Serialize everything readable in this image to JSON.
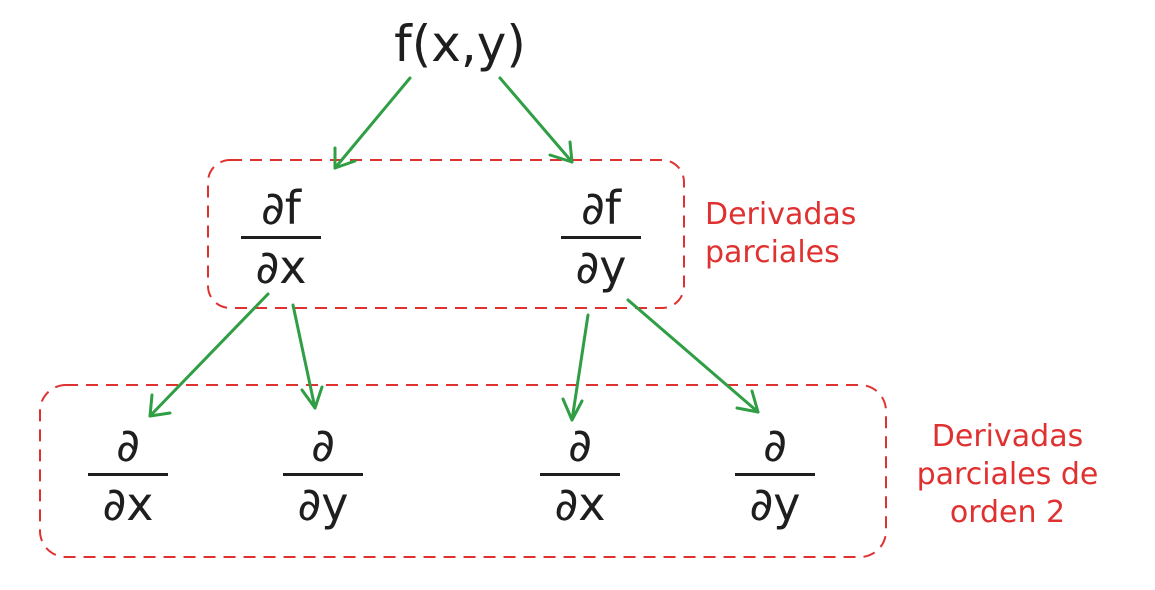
{
  "root": {
    "text": "f(x,y)"
  },
  "first_order": [
    {
      "num": "∂f",
      "den": "∂x"
    },
    {
      "num": "∂f",
      "den": "∂y"
    }
  ],
  "second_order": [
    {
      "num": "∂",
      "den": "∂x"
    },
    {
      "num": "∂",
      "den": "∂y"
    },
    {
      "num": "∂",
      "den": "∂x"
    },
    {
      "num": "∂",
      "den": "∂y"
    }
  ],
  "labels": {
    "group1_line1": "Derivadas",
    "group1_line2": "parciales",
    "group2_line1": "Derivadas",
    "group2_line2": "parciales de",
    "group2_line3": "orden 2"
  },
  "colors": {
    "arrow": "#2f9e44",
    "group_border": "#e03131",
    "label": "#e03131",
    "text": "#1e1e1e"
  }
}
